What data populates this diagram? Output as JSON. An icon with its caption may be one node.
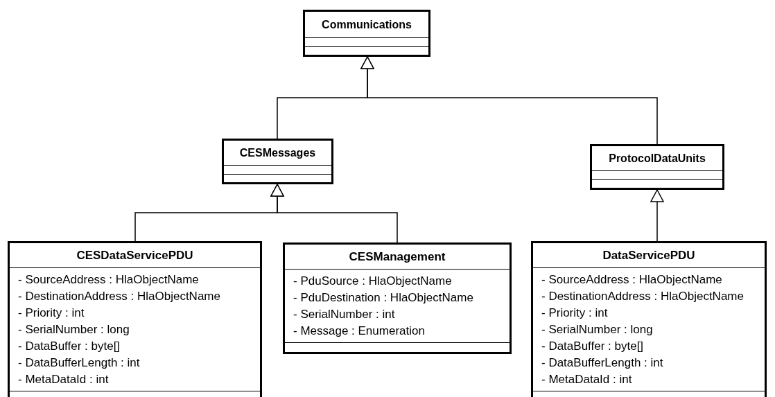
{
  "diagram": {
    "nodes": [
      {
        "text": [
          "Communications"
        ]
      },
      {
        "text": [
          "CESMessages"
        ]
      },
      {
        "text": [
          "ProtocolDataUnits"
        ]
      },
      {
        "text": [
          "CESDataServicePDU",
          "- SourceAddress : HlaObjectName",
          "- DestinationAddress : HlaObjectName",
          "- Priority : int",
          "- SerialNumber : long",
          "- DataBuffer : byte[]",
          "- DataBufferLength : int",
          "- MetaDataId : int"
        ]
      },
      {
        "text": [
          "CESManagement",
          "- PduSource : HlaObjectName",
          "- PduDestination : HlaObjectName",
          "- SerialNumber : int",
          "- Message : Enumeration"
        ]
      },
      {
        "text": [
          "DataServicePDU",
          "- SourceAddress : HlaObjectName",
          "- DestinationAddress : HlaObjectName",
          "- Priority : int",
          "- SerialNumber : long",
          "- DataBuffer : byte[]",
          "- DataBufferLength : int",
          "- MetaDataId : int"
        ]
      }
    ],
    "edges": [
      {
        "from": 1,
        "to": 0,
        "arrow": "to"
      },
      {
        "from": 2,
        "to": 0,
        "arrow": "to"
      },
      {
        "from": 3,
        "to": 1,
        "arrow": "to"
      },
      {
        "from": 4,
        "to": 1,
        "arrow": "to"
      },
      {
        "from": 5,
        "to": 2,
        "arrow": "to"
      }
    ]
  }
}
